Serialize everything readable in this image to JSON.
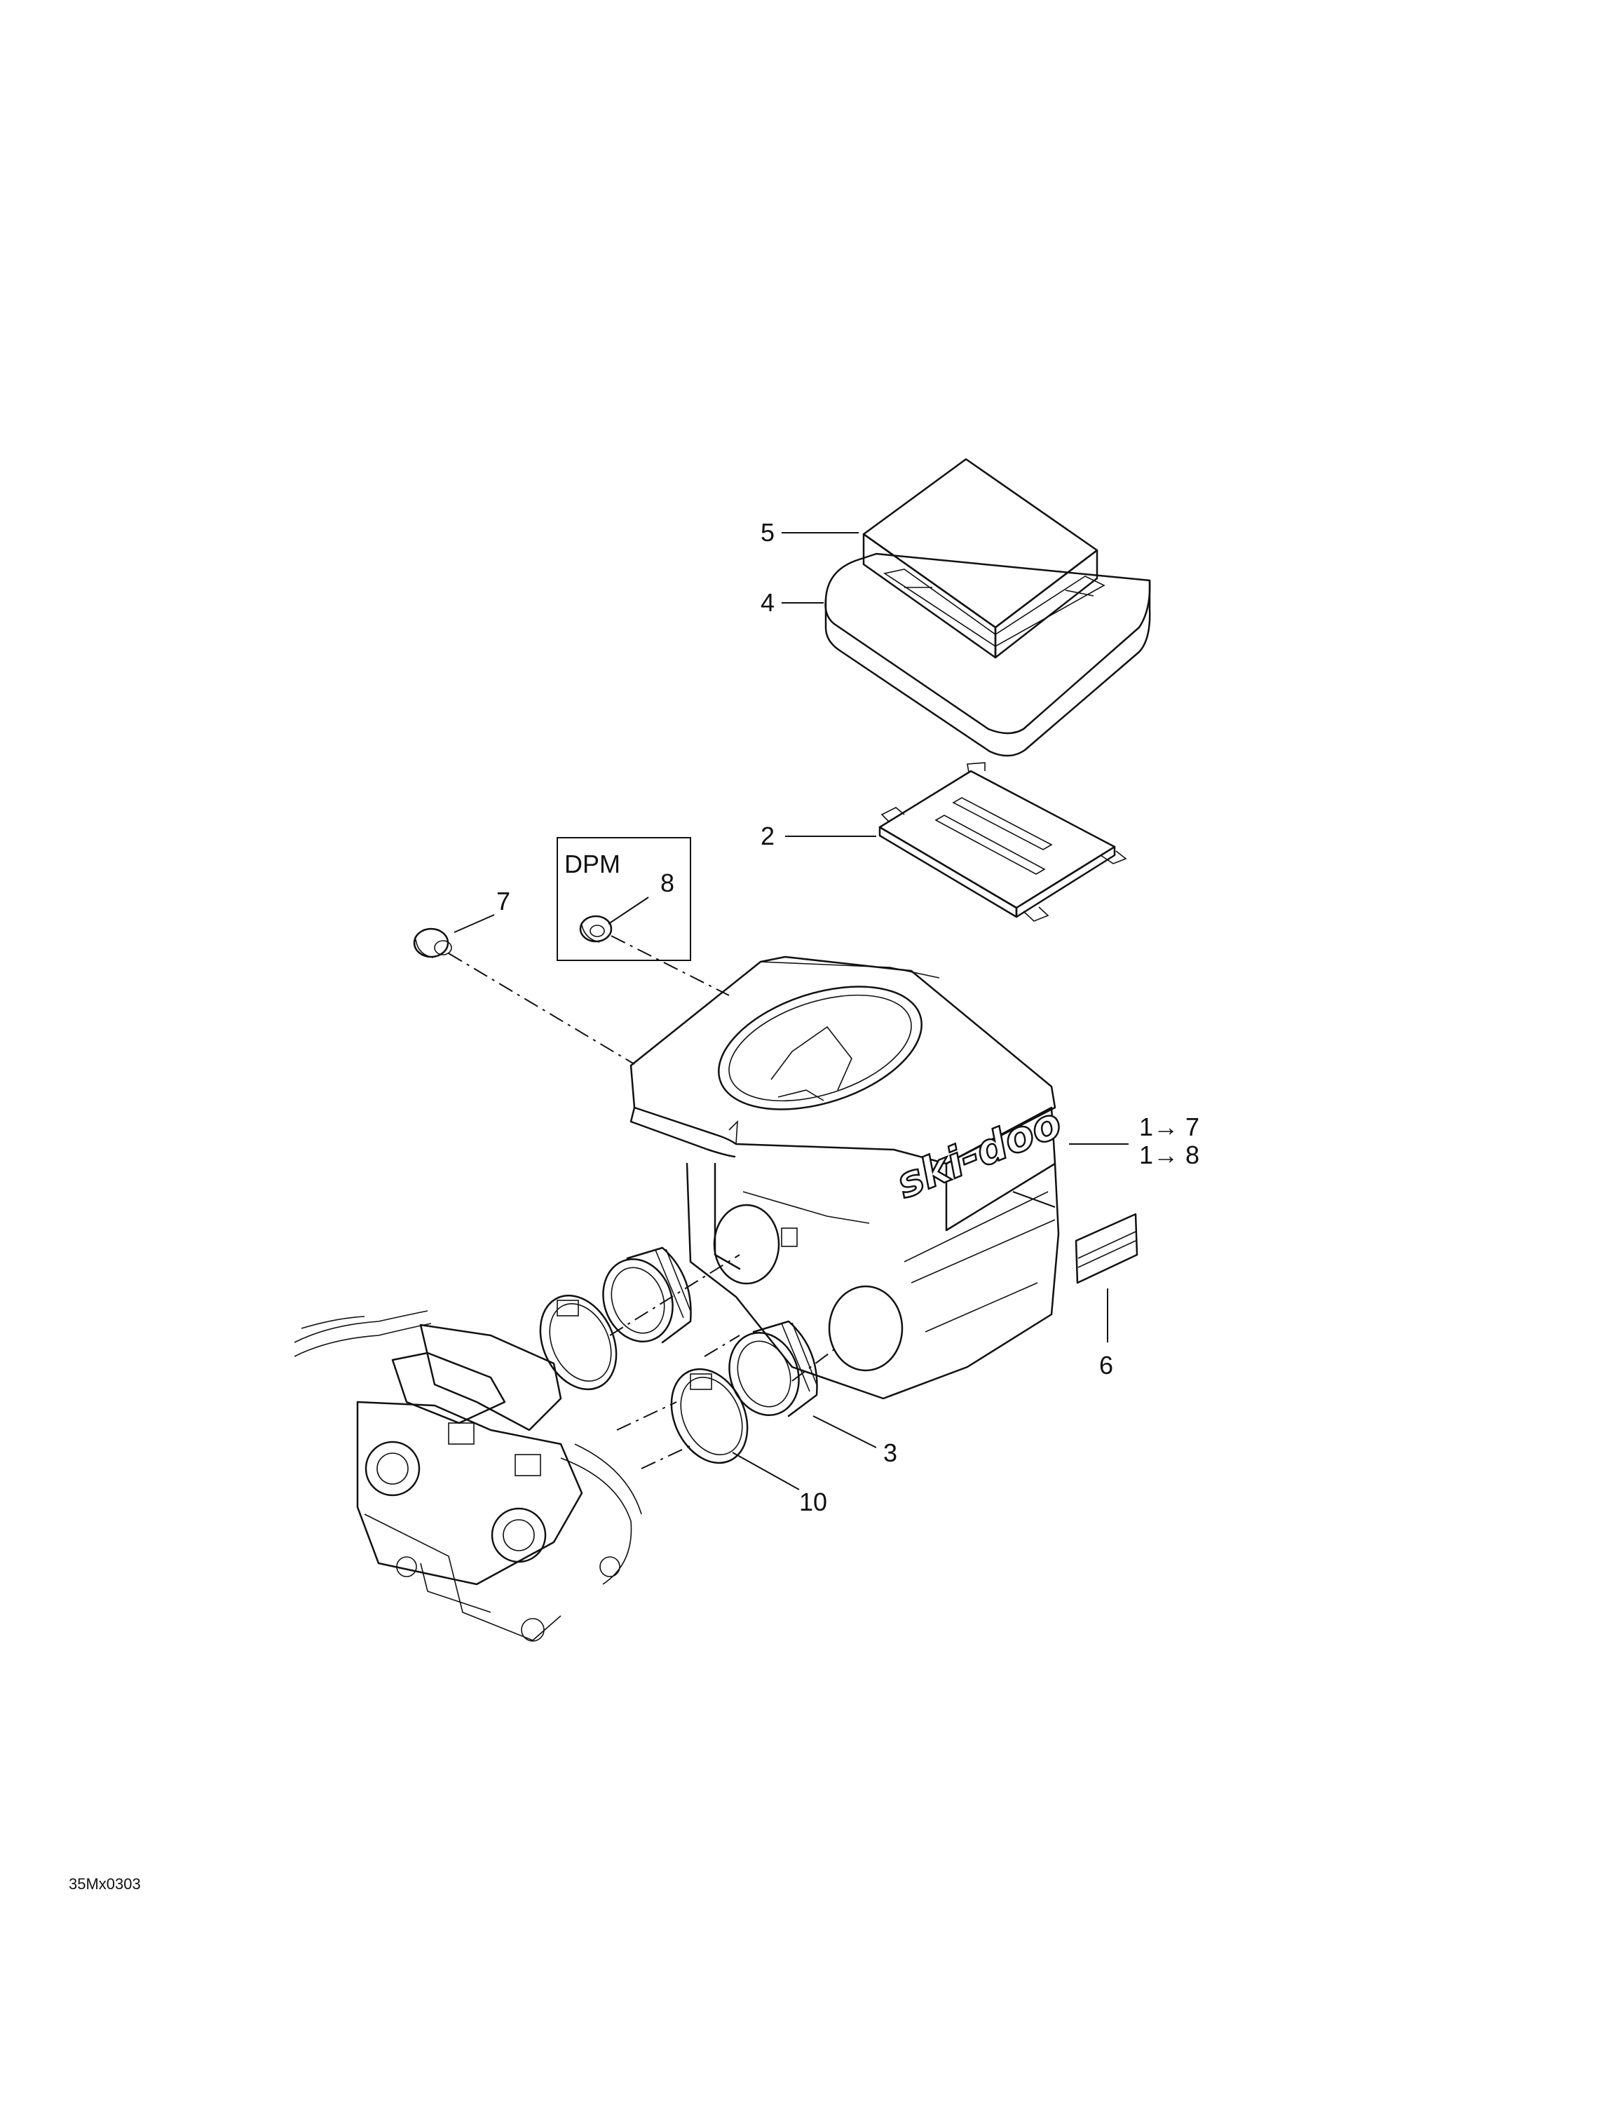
{
  "callouts": {
    "c1": "1→ 7",
    "c1b": "1→ 8",
    "c2": "2",
    "c3": "3",
    "c4": "4",
    "c5": "5",
    "c6": "6",
    "c7": "7",
    "c8": "8",
    "c10": "10"
  },
  "dpm_label": "DPM",
  "logo_text": "ski-doo",
  "reference_code": "35Mx0303"
}
